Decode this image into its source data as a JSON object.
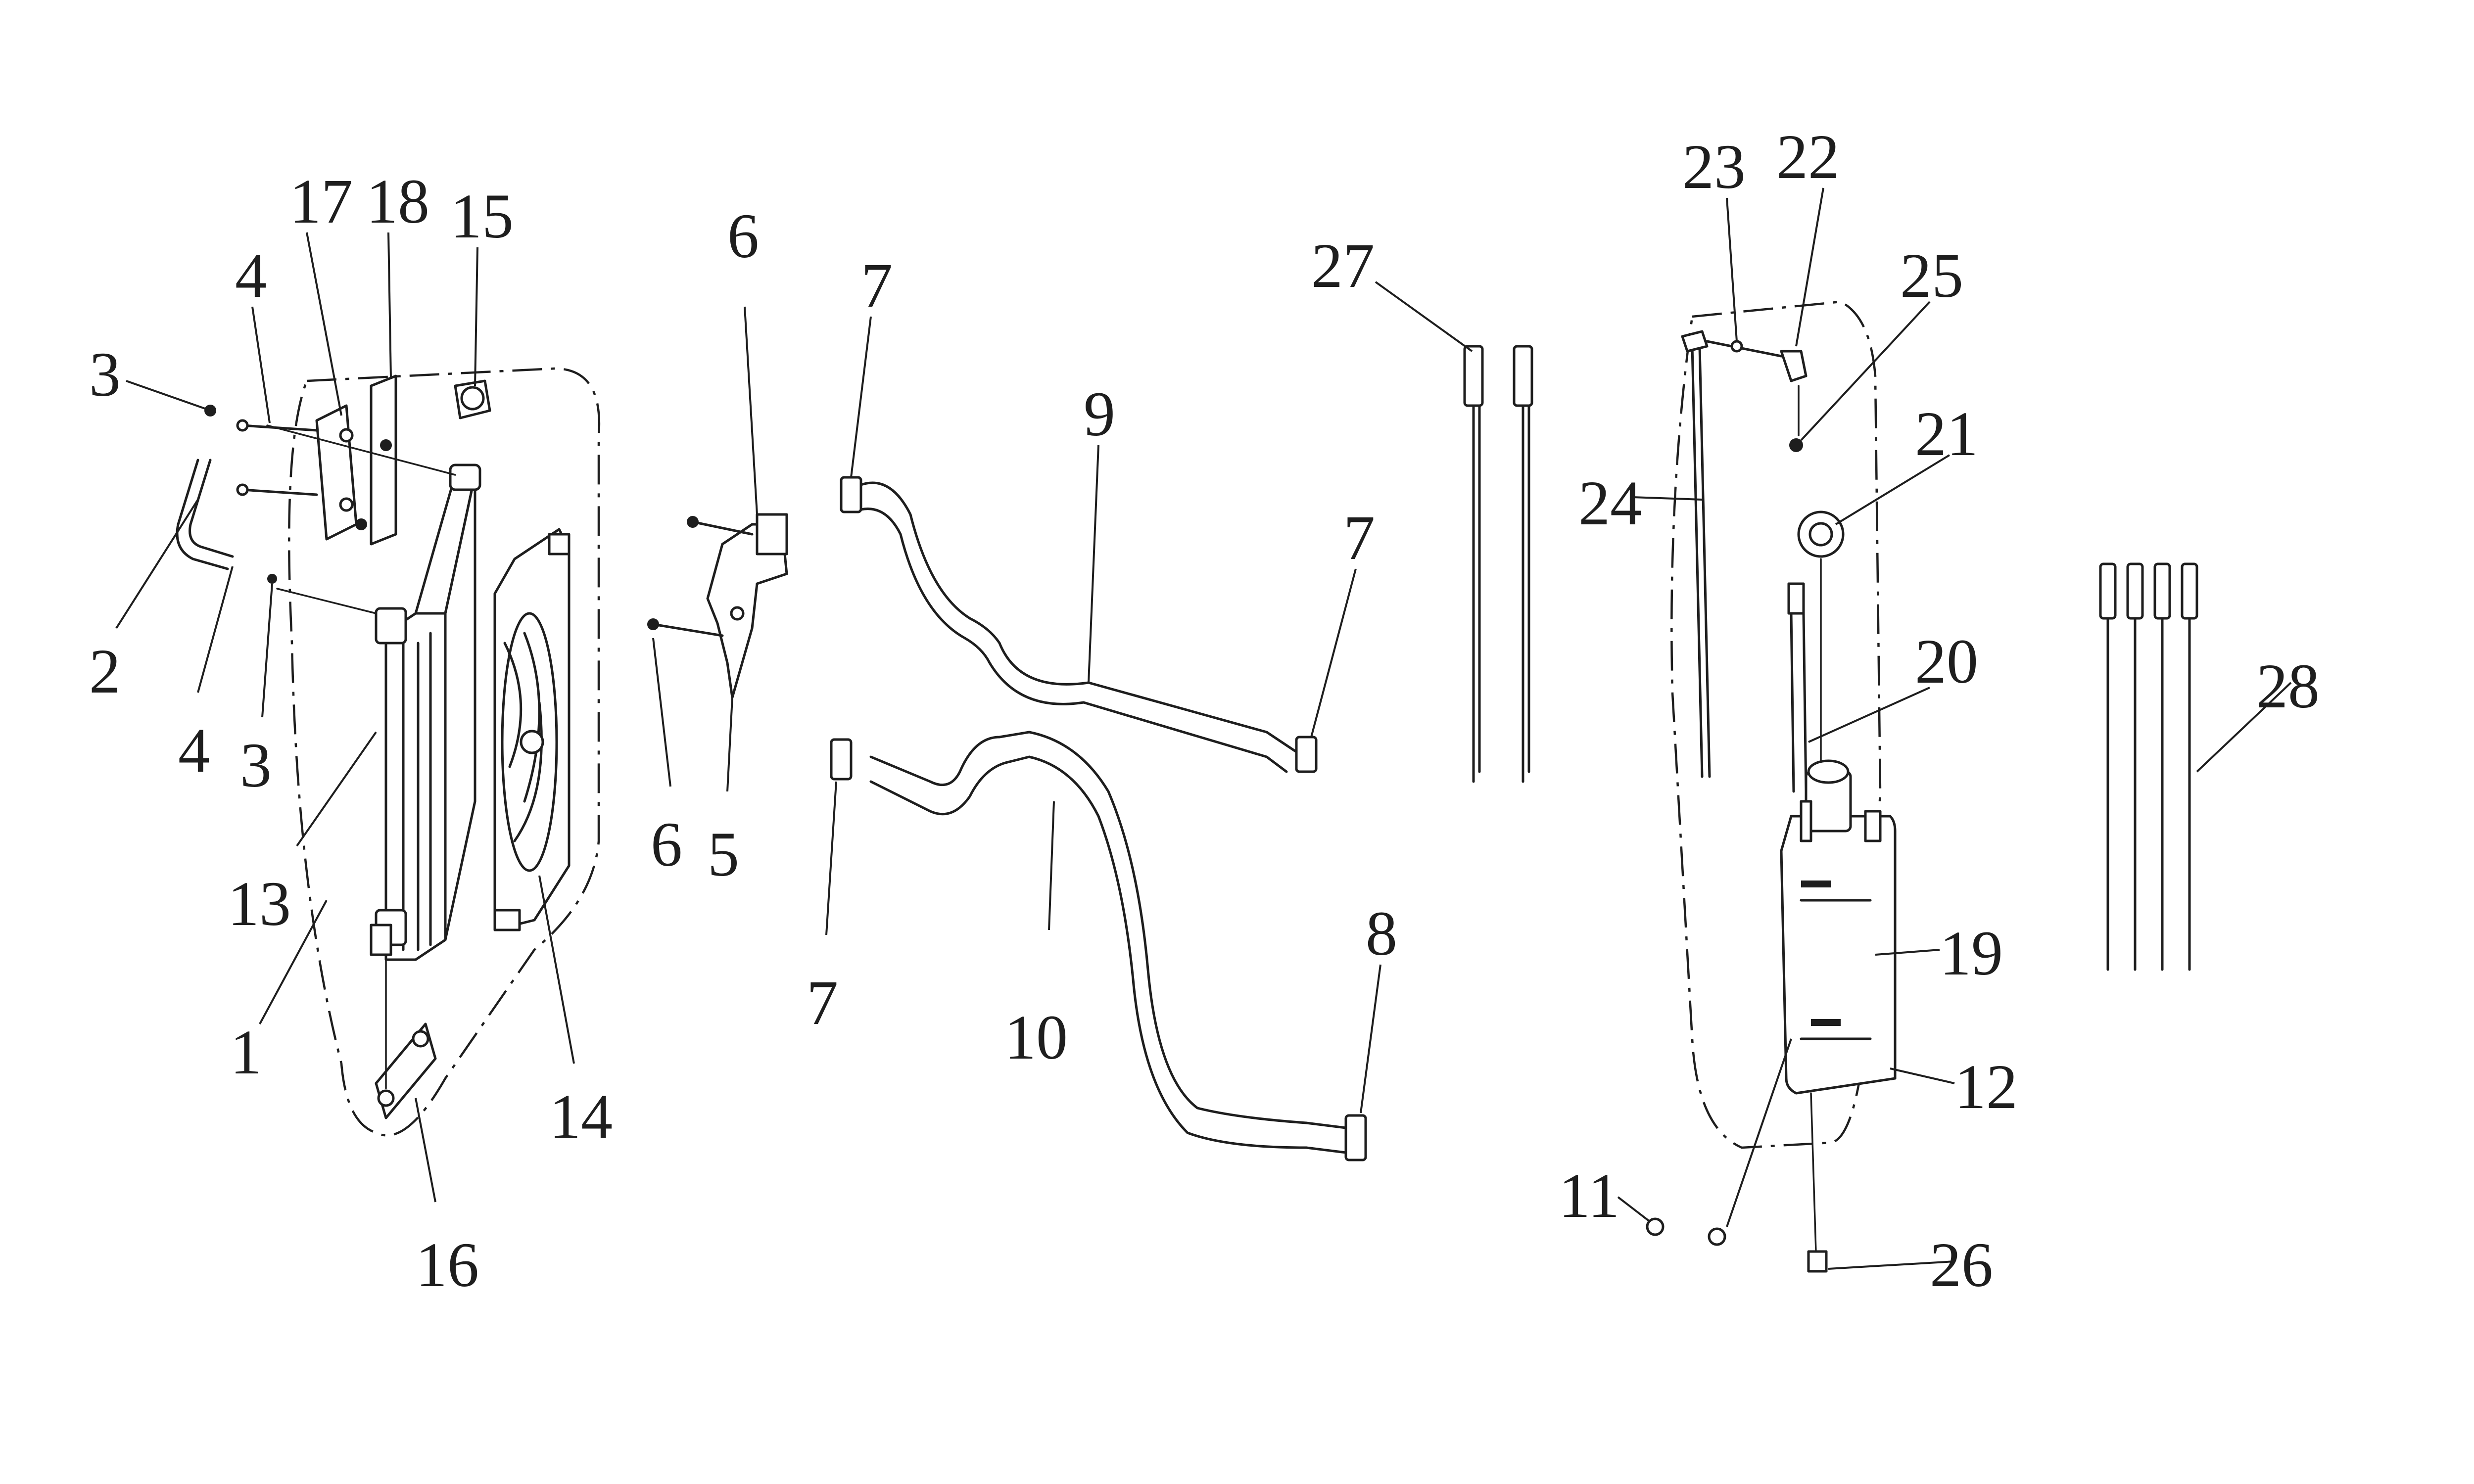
{
  "callouts": [
    {
      "id": "c3a",
      "text": "3"
    },
    {
      "id": "c4a",
      "text": "4"
    },
    {
      "id": "c17",
      "text": "17"
    },
    {
      "id": "c18",
      "text": "18"
    },
    {
      "id": "c15",
      "text": "15"
    },
    {
      "id": "c2",
      "text": "2"
    },
    {
      "id": "c4b",
      "text": "4"
    },
    {
      "id": "c3b",
      "text": "3"
    },
    {
      "id": "c13",
      "text": "13"
    },
    {
      "id": "c1",
      "text": "1"
    },
    {
      "id": "c14",
      "text": "14"
    },
    {
      "id": "c16",
      "text": "16"
    },
    {
      "id": "c6a",
      "text": "6"
    },
    {
      "id": "c6b",
      "text": "6"
    },
    {
      "id": "c5",
      "text": "5"
    },
    {
      "id": "c7a",
      "text": "7"
    },
    {
      "id": "c9",
      "text": "9"
    },
    {
      "id": "c7b",
      "text": "7"
    },
    {
      "id": "c7c",
      "text": "7"
    },
    {
      "id": "c10",
      "text": "10"
    },
    {
      "id": "c8",
      "text": "8"
    },
    {
      "id": "c27",
      "text": "27"
    },
    {
      "id": "c23",
      "text": "23"
    },
    {
      "id": "c22",
      "text": "22"
    },
    {
      "id": "c25",
      "text": "25"
    },
    {
      "id": "c24",
      "text": "24"
    },
    {
      "id": "c21",
      "text": "21"
    },
    {
      "id": "c20",
      "text": "20"
    },
    {
      "id": "c19",
      "text": "19"
    },
    {
      "id": "c12",
      "text": "12"
    },
    {
      "id": "c11",
      "text": "11"
    },
    {
      "id": "c26",
      "text": "26"
    },
    {
      "id": "c28",
      "text": "28"
    }
  ]
}
